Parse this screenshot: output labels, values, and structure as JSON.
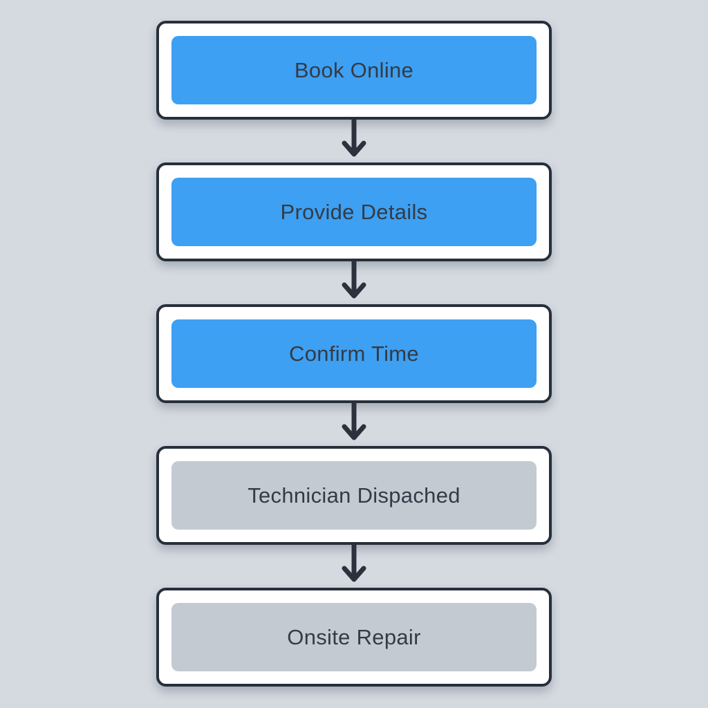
{
  "flowchart": {
    "steps": [
      {
        "label": "Book Online",
        "variant": "blue"
      },
      {
        "label": "Provide Details",
        "variant": "blue"
      },
      {
        "label": "Confirm Time",
        "variant": "blue"
      },
      {
        "label": "Technician Dispached",
        "variant": "gray"
      },
      {
        "label": "Onsite Repair",
        "variant": "gray"
      }
    ],
    "connector_icon": "down-arrow",
    "colors": {
      "background": "#d5dae1",
      "node_border": "#272f3b",
      "node_surface": "#ffffff",
      "step_fill_blue": "#3da0f2",
      "step_fill_gray": "#c4cad2",
      "arrow": "#2b323e",
      "label_text": "#343b46"
    }
  }
}
